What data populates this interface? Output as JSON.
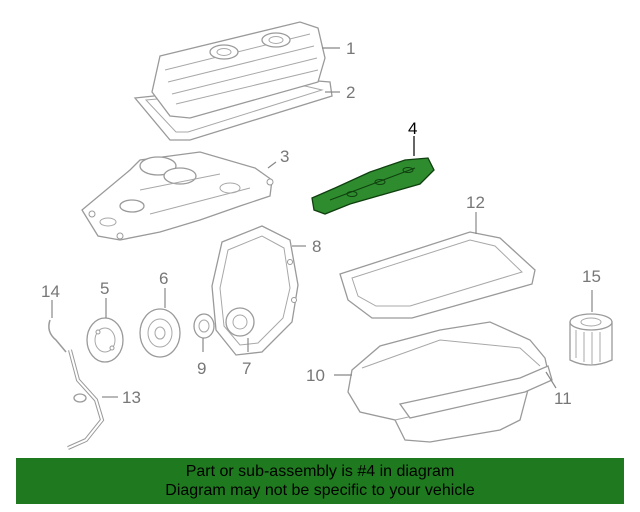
{
  "diagram": {
    "highlight_color": "#2e8b2e",
    "callouts": [
      "1",
      "2",
      "3",
      "4",
      "5",
      "6",
      "7",
      "8",
      "9",
      "10",
      "11",
      "12",
      "13",
      "14",
      "15"
    ],
    "highlighted_part": "4"
  },
  "banner": {
    "line1": "Part or sub-assembly is #4 in diagram",
    "line2": "Diagram may not be specific to your vehicle",
    "background": "#1f7a1f"
  }
}
